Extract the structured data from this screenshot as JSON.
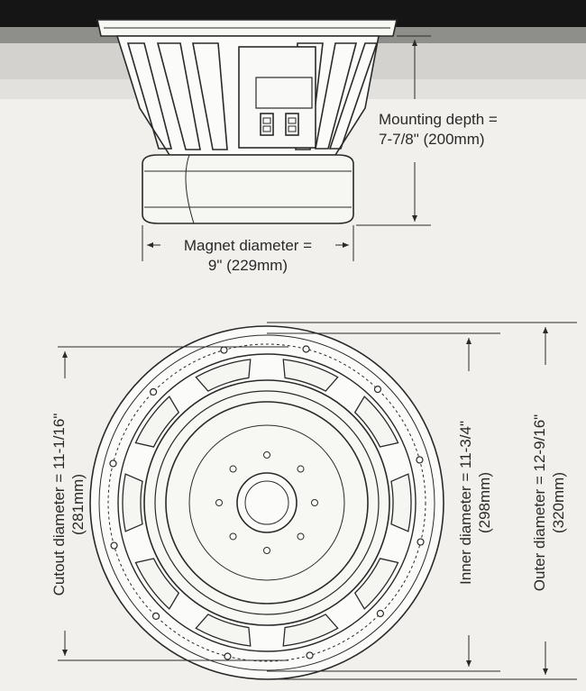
{
  "labels": {
    "mounting_depth": {
      "line1": "Mounting depth =",
      "line2": "7-7/8\" (200mm)"
    },
    "magnet_diameter": {
      "line1": "Magnet diameter =",
      "line2": "9\" (229mm)"
    },
    "cutout_diameter": {
      "line1": "Cutout diameter = 11-1/16\"",
      "line2": "(281mm)"
    },
    "inner_diameter": {
      "line1": "Inner diameter = 11-3/4\"",
      "line2": "(298mm)"
    },
    "outer_diameter": {
      "line1": "Outer diameter = 12-9/16\"",
      "line2": "(320mm)"
    }
  },
  "colors": {
    "ink": "#2a2a2a",
    "paper": "#f1f0ec",
    "band": "#151515"
  }
}
